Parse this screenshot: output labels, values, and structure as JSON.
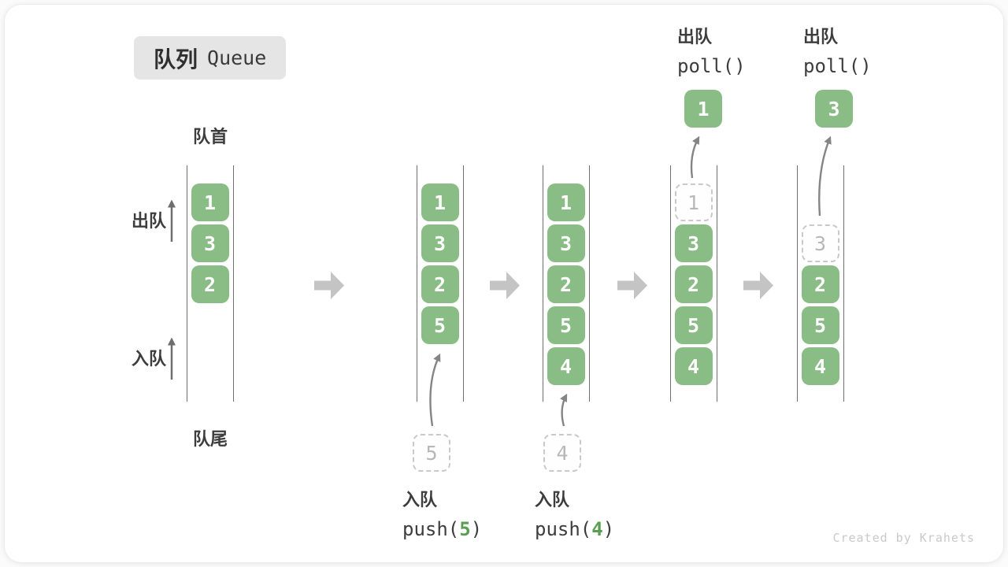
{
  "title": {
    "zh": "队列",
    "en": "Queue"
  },
  "labels": {
    "front": "队首",
    "rear": "队尾",
    "dequeue_side": "出队",
    "enqueue_side": "入队"
  },
  "queue_states": [
    {
      "boxes": [
        {
          "value": "1",
          "style": "filled"
        },
        {
          "value": "3",
          "style": "filled"
        },
        {
          "value": "2",
          "style": "filled"
        }
      ]
    },
    {
      "boxes": [
        {
          "value": "1",
          "style": "filled"
        },
        {
          "value": "3",
          "style": "filled"
        },
        {
          "value": "2",
          "style": "filled"
        },
        {
          "value": "5",
          "style": "filled"
        }
      ]
    },
    {
      "boxes": [
        {
          "value": "1",
          "style": "filled"
        },
        {
          "value": "3",
          "style": "filled"
        },
        {
          "value": "2",
          "style": "filled"
        },
        {
          "value": "5",
          "style": "filled"
        },
        {
          "value": "4",
          "style": "filled"
        }
      ]
    },
    {
      "boxes": [
        {
          "value": "1",
          "style": "dashed"
        },
        {
          "value": "3",
          "style": "filled"
        },
        {
          "value": "2",
          "style": "filled"
        },
        {
          "value": "5",
          "style": "filled"
        },
        {
          "value": "4",
          "style": "filled"
        }
      ],
      "polled_value": "1"
    },
    {
      "boxes": [
        {
          "value": "3",
          "style": "dashed"
        },
        {
          "value": "2",
          "style": "filled"
        },
        {
          "value": "5",
          "style": "filled"
        },
        {
          "value": "4",
          "style": "filled"
        }
      ],
      "polled_value": "3"
    }
  ],
  "operations": {
    "push5": {
      "label": "入队",
      "code_prefix": "push(",
      "code_arg": "5",
      "code_suffix": ")",
      "staged_value": "5"
    },
    "push4": {
      "label": "入队",
      "code_prefix": "push(",
      "code_arg": "4",
      "code_suffix": ")",
      "staged_value": "4"
    },
    "poll1": {
      "label": "出队",
      "code": "poll()"
    },
    "poll3": {
      "label": "出队",
      "code": "poll()"
    }
  },
  "watermark": "Created by Krahets",
  "colors": {
    "item_green": "#8abd85",
    "code_arg_green": "#5a9e53",
    "rail_gray": "#6e6e6e",
    "step_arrow_gray": "#c4c4c4",
    "dashed_border_gray": "#c9c9c9",
    "text_dark": "#3d3d3d",
    "watermark_gray": "#c9c9c9",
    "badge_bg": "#e5e5e5"
  },
  "icons": {
    "step_arrow": "block-right-arrow",
    "direction_arrow": "thin-up-arrow",
    "move_arrow": "curved-up-arrow"
  }
}
